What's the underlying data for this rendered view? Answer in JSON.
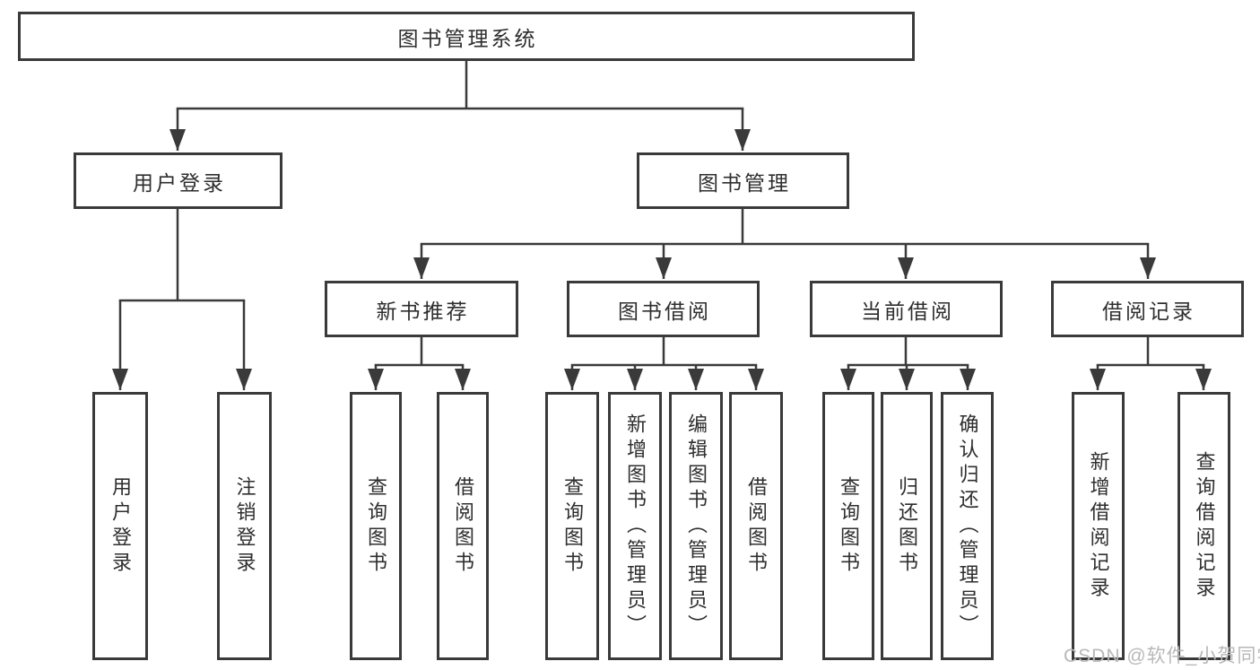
{
  "colors": {
    "line": "#3a3a3a",
    "box_border": "#3a3a3a",
    "box_background": "#ffffff",
    "text": "#2e2e2e",
    "page_background": "#ffffff",
    "watermark": "#b8b8b8"
  },
  "watermark": {
    "text": "CSDN @软件_小贺同学"
  },
  "tree": {
    "label": "图书管理系统",
    "children": [
      {
        "label": "用户登录",
        "children": [
          {
            "label": "用户登录"
          },
          {
            "label": "注销登录"
          }
        ]
      },
      {
        "label": "图书管理",
        "children": [
          {
            "label": "新书推荐",
            "children": [
              {
                "label": "查询图书"
              },
              {
                "label": "借阅图书"
              }
            ]
          },
          {
            "label": "图书借阅",
            "children": [
              {
                "label": "查询图书"
              },
              {
                "label": "新增图书（管理员）"
              },
              {
                "label": "编辑图书（管理员）"
              },
              {
                "label": "借阅图书"
              }
            ]
          },
          {
            "label": "当前借阅",
            "children": [
              {
                "label": "查询图书"
              },
              {
                "label": "归还图书"
              },
              {
                "label": "确认归还（管理员）"
              }
            ]
          },
          {
            "label": "借阅记录",
            "children": [
              {
                "label": "新增借阅记录"
              },
              {
                "label": "查询借阅记录"
              }
            ]
          }
        ]
      }
    ]
  }
}
